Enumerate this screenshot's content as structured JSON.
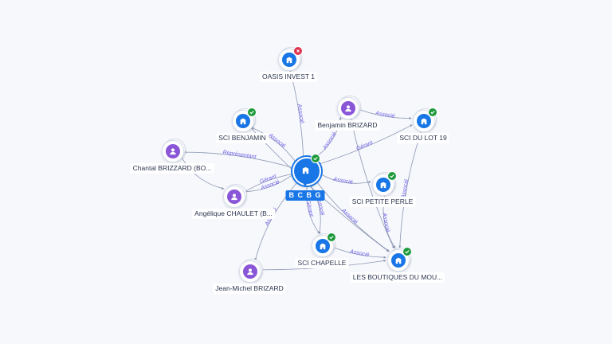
{
  "colors": {
    "company": "#1976e6",
    "person": "#8a56d8",
    "ok": "#1e9a3c",
    "ko": "#e0334d",
    "edge": "#7b86a6",
    "edge_label": "#6c5ce7"
  },
  "nodes": {
    "bcbg": {
      "label": "B C B G",
      "type": "company",
      "icon": "building-icon",
      "status": "ok"
    },
    "oasis": {
      "label": "OASIS INVEST 1",
      "type": "company",
      "icon": "building-icon",
      "status": "closed"
    },
    "sci_benjamin": {
      "label": "SCI BENJAMIN",
      "type": "company",
      "icon": "building-icon",
      "status": "ok"
    },
    "benjamin_brizard": {
      "label": "Benjamin BRIZARD",
      "type": "person",
      "icon": "person-icon"
    },
    "sci_du_lot": {
      "label": "SCI DU LOT 19",
      "type": "company",
      "icon": "building-icon",
      "status": "ok"
    },
    "chantal": {
      "label": "Chantal BRIZZARD (BO...",
      "type": "person",
      "icon": "person-icon"
    },
    "sci_petite_perle": {
      "label": "SCI PETITE PERLE",
      "type": "company",
      "icon": "building-icon",
      "status": "ok"
    },
    "angelique": {
      "label": "Angélique CHAULET (B...",
      "type": "person",
      "icon": "person-icon"
    },
    "sci_chapelle": {
      "label": "SCI CHAPELLE",
      "type": "company",
      "icon": "building-icon",
      "status": "ok"
    },
    "boutiques": {
      "label": "LES BOUTIQUES DU MOU...",
      "type": "company",
      "icon": "building-icon",
      "status": "ok"
    },
    "jean_michel": {
      "label": "Jean-Michel BRIZARD",
      "type": "person",
      "icon": "person-icon"
    }
  },
  "edges": [
    {
      "from": "bcbg",
      "to": "oasis",
      "label": "Associé"
    },
    {
      "from": "bcbg",
      "to": "sci_benjamin",
      "label": "Associé"
    },
    {
      "from": "bcbg",
      "to": "benjamin_brizard",
      "label": "Associé"
    },
    {
      "from": "bcbg",
      "to": "sci_du_lot",
      "label": "Gérant"
    },
    {
      "from": "bcbg",
      "to": "chantal",
      "label": "Représentant"
    },
    {
      "from": "bcbg",
      "to": "sci_petite_perle",
      "label": "Associé"
    },
    {
      "from": "bcbg",
      "to": "angelique",
      "label": "Gérant"
    },
    {
      "from": "bcbg",
      "to": "angelique",
      "label": "Associé"
    },
    {
      "from": "bcbg",
      "to": "sci_chapelle",
      "label": "Gérant"
    },
    {
      "from": "bcbg",
      "to": "sci_chapelle",
      "label": "Associé"
    },
    {
      "from": "bcbg",
      "to": "boutiques",
      "label": "Associé"
    },
    {
      "from": "bcbg",
      "to": "jean_michel",
      "label": "Associé"
    },
    {
      "from": "benjamin_brizard",
      "to": "sci_du_lot",
      "label": "Associé"
    },
    {
      "from": "sci_du_lot",
      "to": "boutiques",
      "label": "Associé"
    },
    {
      "from": "sci_petite_perle",
      "to": "boutiques",
      "label": "Associé"
    },
    {
      "from": "sci_chapelle",
      "to": "boutiques",
      "label": "Associé"
    },
    {
      "from": "sci_benjamin",
      "to": "boutiques",
      "label": ""
    },
    {
      "from": "chantal",
      "to": "angelique",
      "label": ""
    },
    {
      "from": "jean_michel",
      "to": "boutiques",
      "label": ""
    },
    {
      "from": "benjamin_brizard",
      "to": "boutiques",
      "label": ""
    }
  ]
}
